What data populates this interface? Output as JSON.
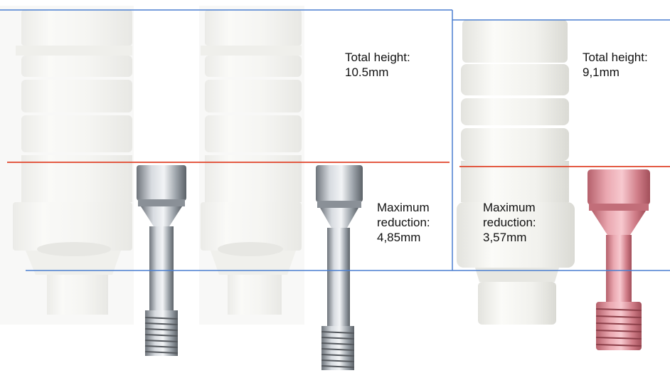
{
  "labels": {
    "left_total_height": {
      "line1": "Total height:",
      "line2": "10.5mm"
    },
    "left_max_reduction": {
      "line1": "Maximum",
      "line2": "reduction:",
      "line3": "4,85mm"
    },
    "right_total_height": {
      "line1": "Total height:",
      "line2": "9,1mm"
    },
    "right_max_reduction": {
      "line1": "Maximum",
      "line2": "reduction:",
      "line3": "3,57mm"
    }
  },
  "colors": {
    "top_line": "#4a7fd0",
    "reduction_line": "#e0452b",
    "bottom_line": "#4a7fd0",
    "abutment_white": "#f1f1ec",
    "screw_titanium": "#a9b0b8",
    "screw_pink": "#e08a95"
  }
}
